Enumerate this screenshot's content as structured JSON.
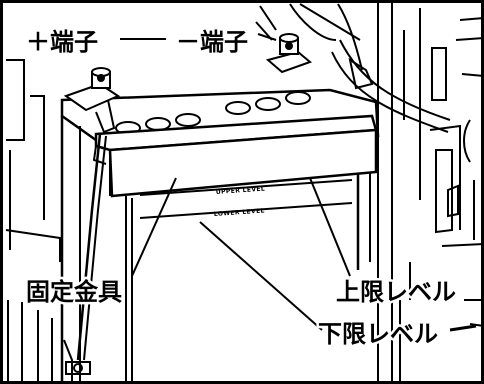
{
  "labels": {
    "plus_terminal": "＋端子",
    "minus_terminal": "－端子",
    "fixing_bracket": "固定金具",
    "upper_level": "上限レベル",
    "lower_level": "下限レベル"
  },
  "case_markings": {
    "upper": "UPPER LEVEL",
    "lower": "LOWER LEVEL"
  }
}
